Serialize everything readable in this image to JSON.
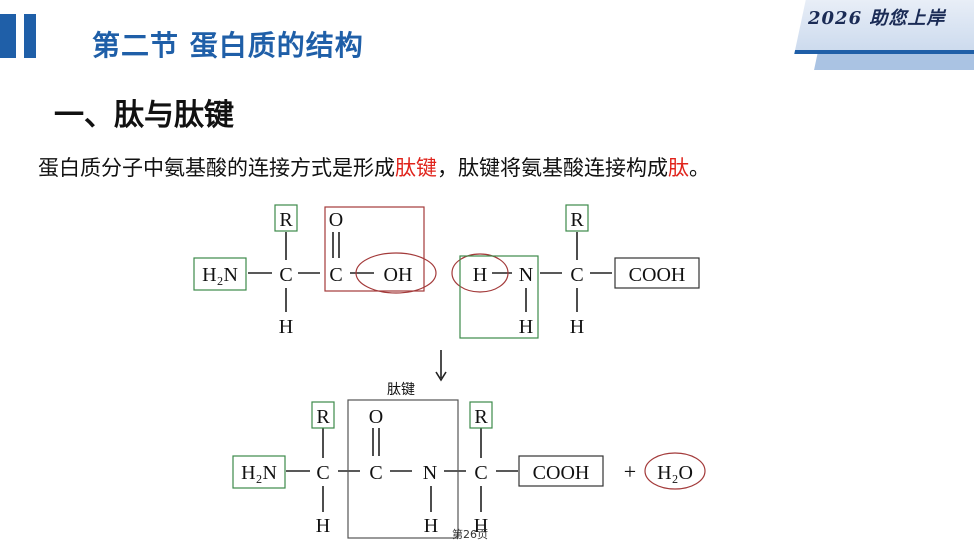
{
  "header": {
    "section_title": "第二节 蛋白质的结构",
    "badge_text": "2026 助您上岸"
  },
  "heading": "一、肽与肽键",
  "paragraph": {
    "part1": "蛋白质分子中氨基酸的连接方式是形成",
    "highlight1": "肽键",
    "part2": "，肽键将氨基酸连接构成",
    "highlight2": "肽",
    "part3": "。"
  },
  "reaction_top": {
    "r1": "R",
    "h2n": "H₂N",
    "c1": "C",
    "c2": "C",
    "o_double": "O",
    "oh": "OH",
    "h_bottom1": "H",
    "h_left": "H",
    "n": "N",
    "r2": "R",
    "c3": "C",
    "cooh": "COOH",
    "h_bottom_n": "H",
    "h_bottom_c": "H"
  },
  "arrow_label": "肽键",
  "reaction_bottom": {
    "r1": "R",
    "h2n": "H₂N",
    "c1": "C",
    "c2": "C",
    "o_double": "O",
    "n": "N",
    "r2": "R",
    "c3": "C",
    "cooh": "COOH",
    "h1": "H",
    "h_n": "H",
    "h2": "H",
    "plus": "+",
    "water": "H₂O"
  },
  "page_number": "第26页",
  "colors": {
    "accent": "#1f5fa8",
    "highlight": "#e0231b",
    "green_box": "#3c8a4a",
    "red_box": "#a33a3a"
  }
}
